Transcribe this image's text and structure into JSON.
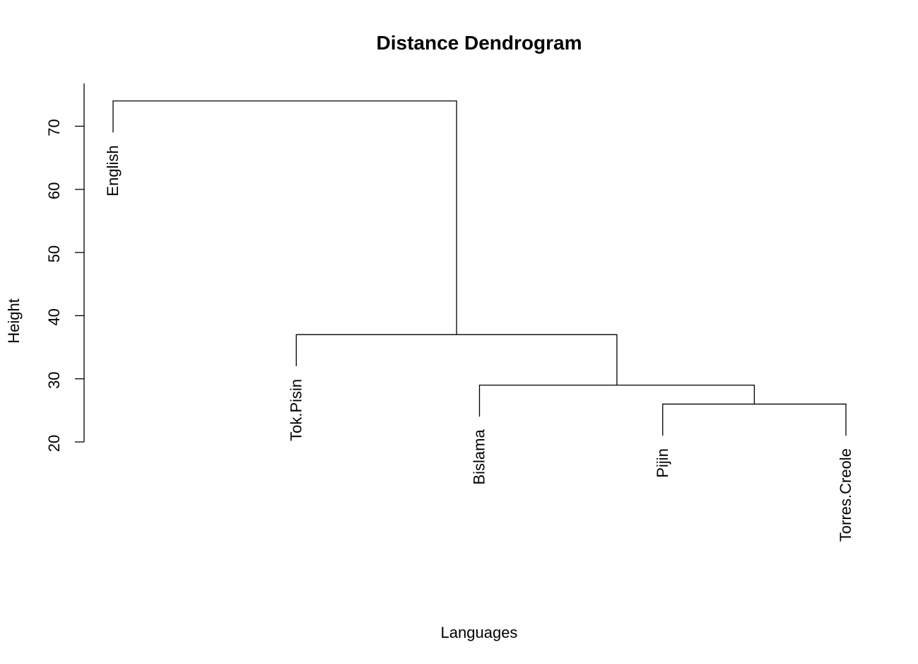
{
  "chart_data": {
    "type": "dendrogram",
    "title": "Distance Dendrogram",
    "xlabel": "Languages",
    "ylabel": "Height",
    "ylim": [
      20,
      74
    ],
    "yticks": [
      20,
      30,
      40,
      50,
      60,
      70
    ],
    "grid": false,
    "leaves": [
      {
        "label": "English",
        "height": 69
      },
      {
        "label": "Tok.Pisin",
        "height": 32
      },
      {
        "label": "Bislama",
        "height": 24
      },
      {
        "label": "Pijin",
        "height": 21
      },
      {
        "label": "Torres.Creole",
        "height": 21
      }
    ],
    "merges": [
      {
        "left": "Pijin",
        "right": "Torres.Creole",
        "height": 26
      },
      {
        "left": "Bislama",
        "right": "Pijin+Torres.Creole",
        "height": 29
      },
      {
        "left": "Tok.Pisin",
        "right": "Bislama+Pijin+Torres.Creole",
        "height": 37
      },
      {
        "left": "English",
        "right": "Tok.Pisin+Bislama+Pijin+Torres.Creole",
        "height": 74
      }
    ]
  }
}
